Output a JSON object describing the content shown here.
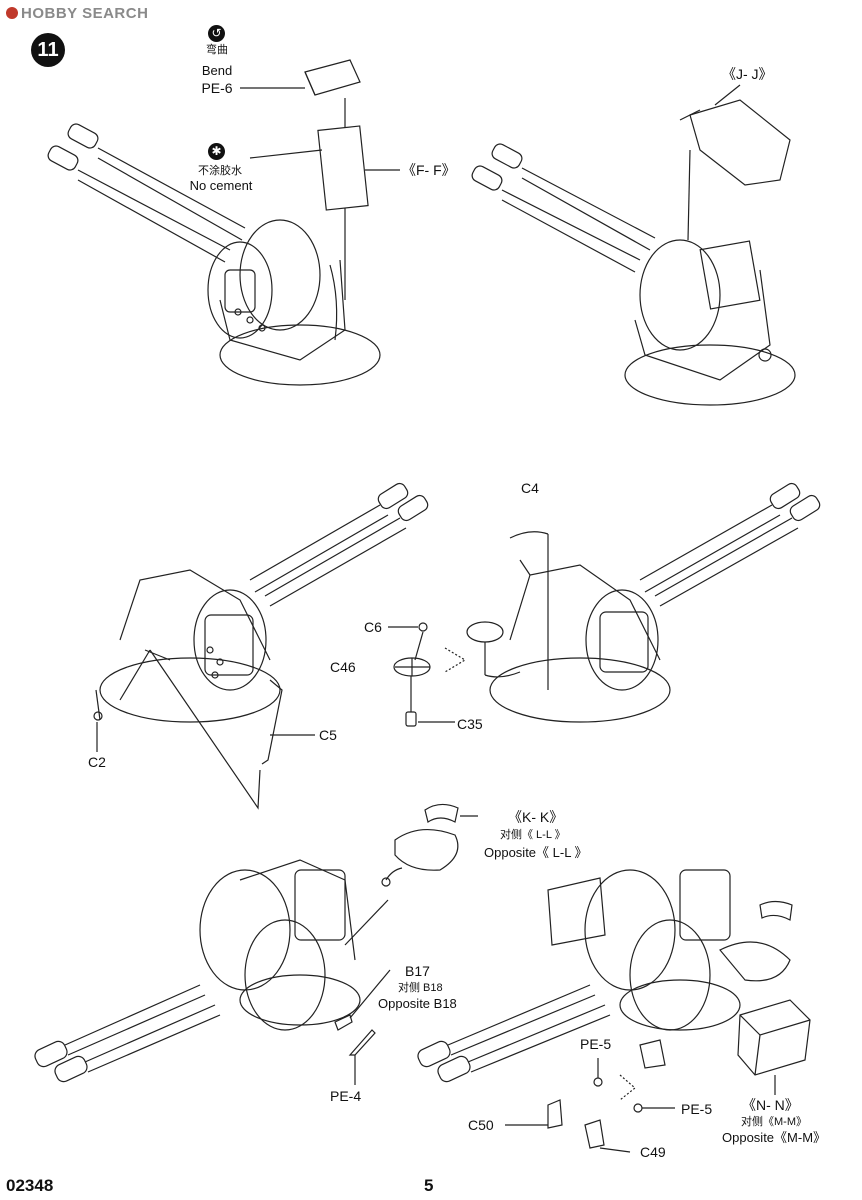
{
  "header": {
    "watermark": "HOBBY SEARCH",
    "step_number": "11"
  },
  "icons": {
    "bend": "bend-icon",
    "no_cement": "no-cement-icon"
  },
  "callouts": {
    "bend_cn": "弯曲",
    "bend_en": "Bend",
    "pe6": "PE-6",
    "no_cement_cn": "不涂胶水",
    "no_cement_en": "No cement",
    "ff": "《F- F》",
    "jj": "《J- J》",
    "c4": "C4",
    "c6": "C6",
    "c46": "C46",
    "c35": "C35",
    "c5": "C5",
    "c2": "C2",
    "kk": "《K- K》",
    "kk_opp_cn": "对侧《 L-L 》",
    "kk_opp_en": "Opposite《 L-L 》",
    "b17": "B17",
    "b17_opp_cn": "对侧 B18",
    "b17_opp_en": "Opposite B18",
    "pe4": "PE-4",
    "pe5_a": "PE-5",
    "pe5_b": "PE-5",
    "c50": "C50",
    "c49": "C49",
    "nn": "《N- N》",
    "nn_opp_cn": "对侧《M-M》",
    "nn_opp_en": "Opposite《M-M》"
  },
  "footer": {
    "kit_number": "02348",
    "page_number": "5"
  }
}
